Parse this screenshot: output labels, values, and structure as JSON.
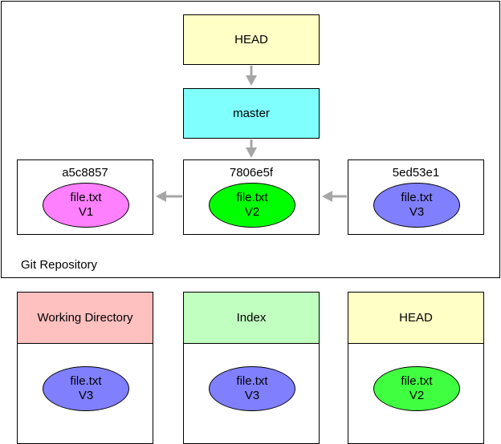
{
  "repository": {
    "label": "Git Repository",
    "refs": {
      "head": "HEAD",
      "master": "master"
    },
    "commits": [
      {
        "hash": "a5c8857",
        "file": "file.txt",
        "version": "V1",
        "color": "#ff80ff"
      },
      {
        "hash": "7806e5f",
        "file": "file.txt",
        "version": "V2",
        "color": "#00ff00"
      },
      {
        "hash": "5ed53e1",
        "file": "file.txt",
        "version": "V3",
        "color": "#8080ff"
      }
    ]
  },
  "areas": [
    {
      "title": "Working Directory",
      "header_color": "#ffc0c0",
      "file": "file.txt",
      "version": "V3",
      "color": "#8080ff"
    },
    {
      "title": "Index",
      "header_color": "#c0ffc0",
      "file": "file.txt",
      "version": "V3",
      "color": "#8080ff"
    },
    {
      "title": "HEAD",
      "header_color": "#ffffc6",
      "file": "file.txt",
      "version": "V2",
      "color": "#40ff40"
    }
  ],
  "arrow_color": "#a6a6a6"
}
